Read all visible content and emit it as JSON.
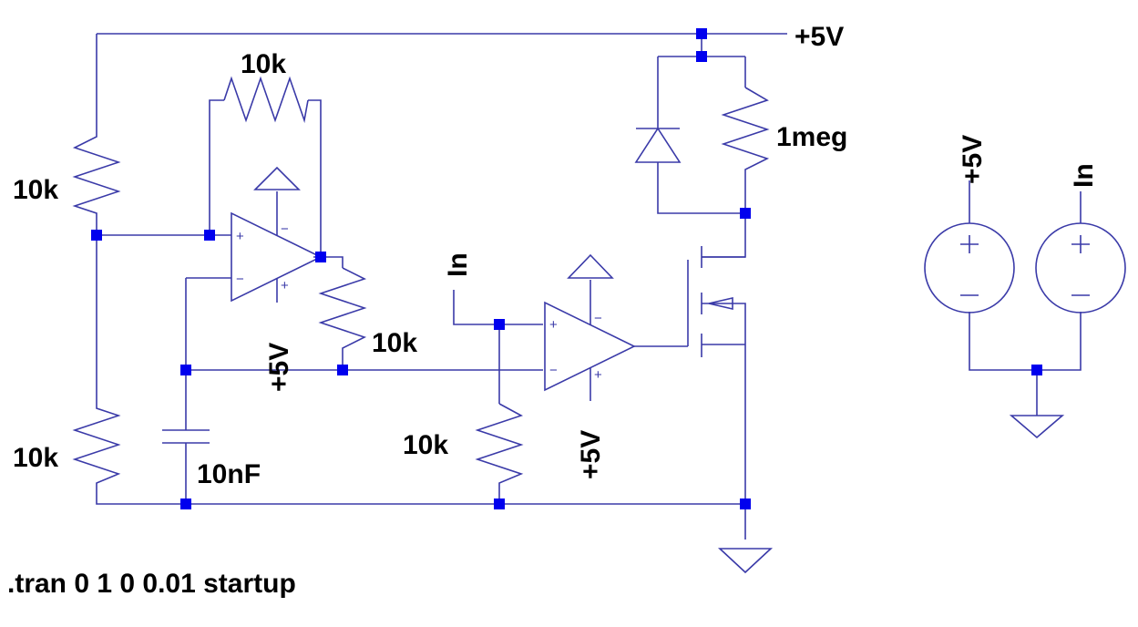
{
  "schematic": {
    "net_labels": {
      "vcc_top": "+5V",
      "opamp1_supply": "+5V",
      "opamp2_supply": "+5V",
      "opamp2_input": "In",
      "source1": "+5V",
      "source2": "In"
    },
    "components": {
      "r_upper_divider": "10k",
      "r_lower_divider": "10k",
      "r_feedback": "10k",
      "r_output": "10k",
      "r_input": "10k",
      "r_gate": "1meg",
      "c_timing": "10nF"
    },
    "pin_signs": {
      "plus": "+",
      "minus": "−"
    },
    "directive": ".tran 0 1 0 0.01 startup"
  }
}
